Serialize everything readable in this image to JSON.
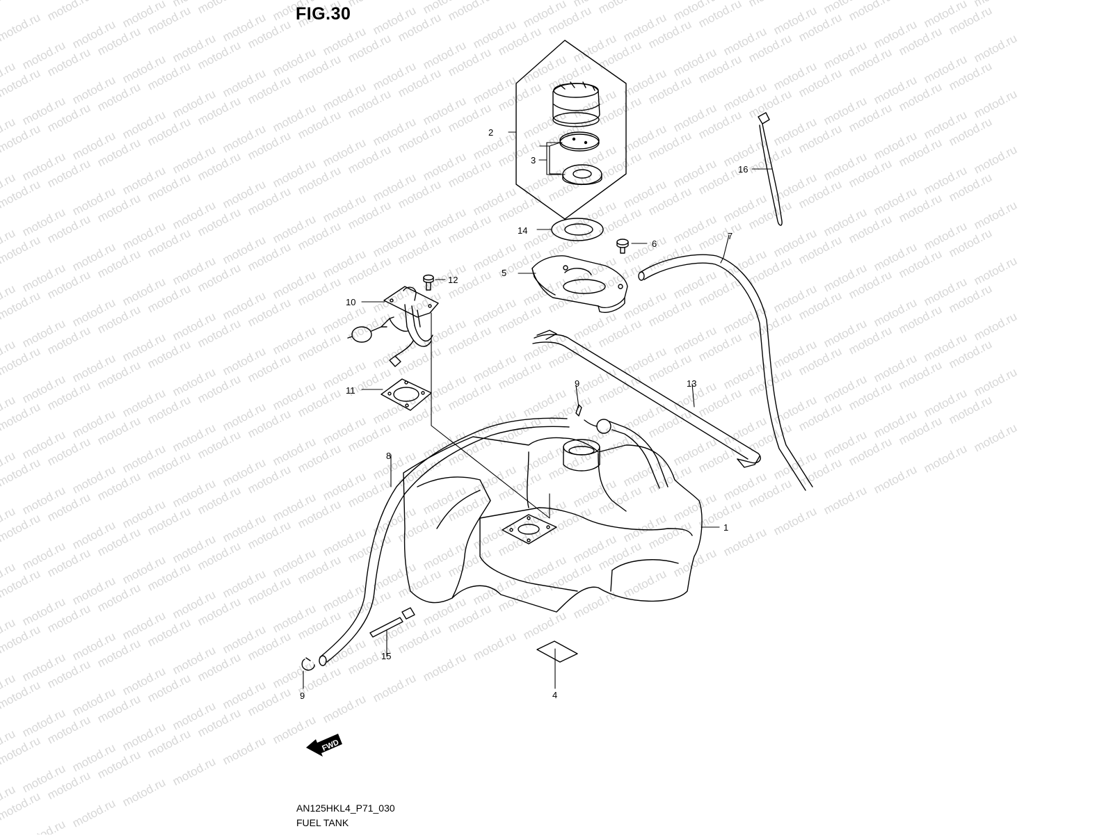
{
  "figure": {
    "title": "FIG.30",
    "code": "AN125HKL4_P71_030",
    "name": "FUEL TANK",
    "direction_label": "FWD",
    "watermark": "motod.ru"
  },
  "callouts": [
    "1",
    "2",
    "3",
    "4",
    "5",
    "6",
    "7",
    "8",
    "9",
    "9",
    "10",
    "11",
    "12",
    "13",
    "14",
    "15",
    "16"
  ],
  "parts": [
    {
      "ref": "1",
      "name": "fuel tank"
    },
    {
      "ref": "2",
      "name": "fuel cap"
    },
    {
      "ref": "3",
      "name": "cap gaskets"
    },
    {
      "ref": "4",
      "name": "label"
    },
    {
      "ref": "5",
      "name": "filler cover"
    },
    {
      "ref": "6",
      "name": "bolt"
    },
    {
      "ref": "7",
      "name": "hose"
    },
    {
      "ref": "8",
      "name": "hose"
    },
    {
      "ref": "9",
      "name": "clip"
    },
    {
      "ref": "10",
      "name": "fuel level gauge"
    },
    {
      "ref": "11",
      "name": "gasket"
    },
    {
      "ref": "12",
      "name": "bolt"
    },
    {
      "ref": "13",
      "name": "tank band"
    },
    {
      "ref": "14",
      "name": "cushion"
    },
    {
      "ref": "15",
      "name": "stud bolt"
    },
    {
      "ref": "16",
      "name": "clamp tie"
    }
  ]
}
